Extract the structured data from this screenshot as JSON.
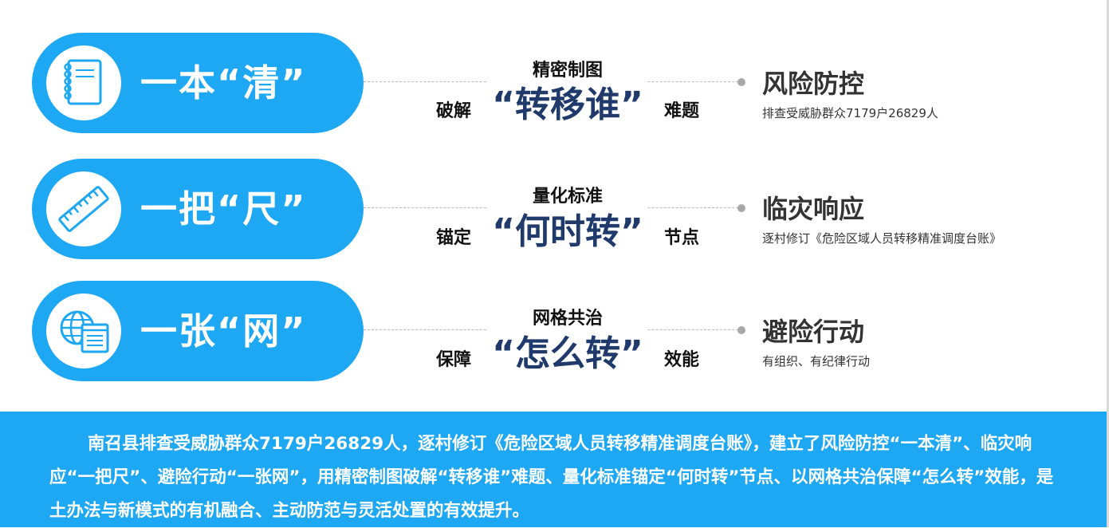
{
  "rows": [
    {
      "title": "一本“清”",
      "icon": "notebook-icon",
      "mid_top": "精密制图",
      "mid_left": "破解",
      "mid_big": "“转移谁”",
      "mid_right": "难题",
      "right_title": "风险防控",
      "right_sub": "排查受威胁群众7179户26829人"
    },
    {
      "title": "一把“尺”",
      "icon": "ruler-icon",
      "mid_top": "量化标准",
      "mid_left": "锚定",
      "mid_big": "“何时转”",
      "mid_right": "节点",
      "right_title": "临灾响应",
      "right_sub": "逐村修订《危险区域人员转移精准调度台账》"
    },
    {
      "title": "一张“网”",
      "icon": "globe-window-icon",
      "mid_top": "网格共治",
      "mid_left": "保障",
      "mid_big": "“怎么转”",
      "mid_right": "效能",
      "right_title": "避险行动",
      "right_sub": "有组织、有纪律行动"
    }
  ],
  "summary": "南召县排查受威胁群众7179户26829人，逐村修订《危险区域人员转移精准调度台账》，建立了风险防控“一本清”、临灾响应“一把尺”、避险行动“一张网”，用精密制图破解“转移谁”难题、量化标准锚定“何时转”节点、以网格共治保障“怎么转”效能，是土办法与新模式的有机融合、主动防范与灵活处置的有效提升。",
  "colors": {
    "accent_blue": "#1ea7f2",
    "dark_navy": "#1f3a6b",
    "text_dark": "#333333"
  }
}
